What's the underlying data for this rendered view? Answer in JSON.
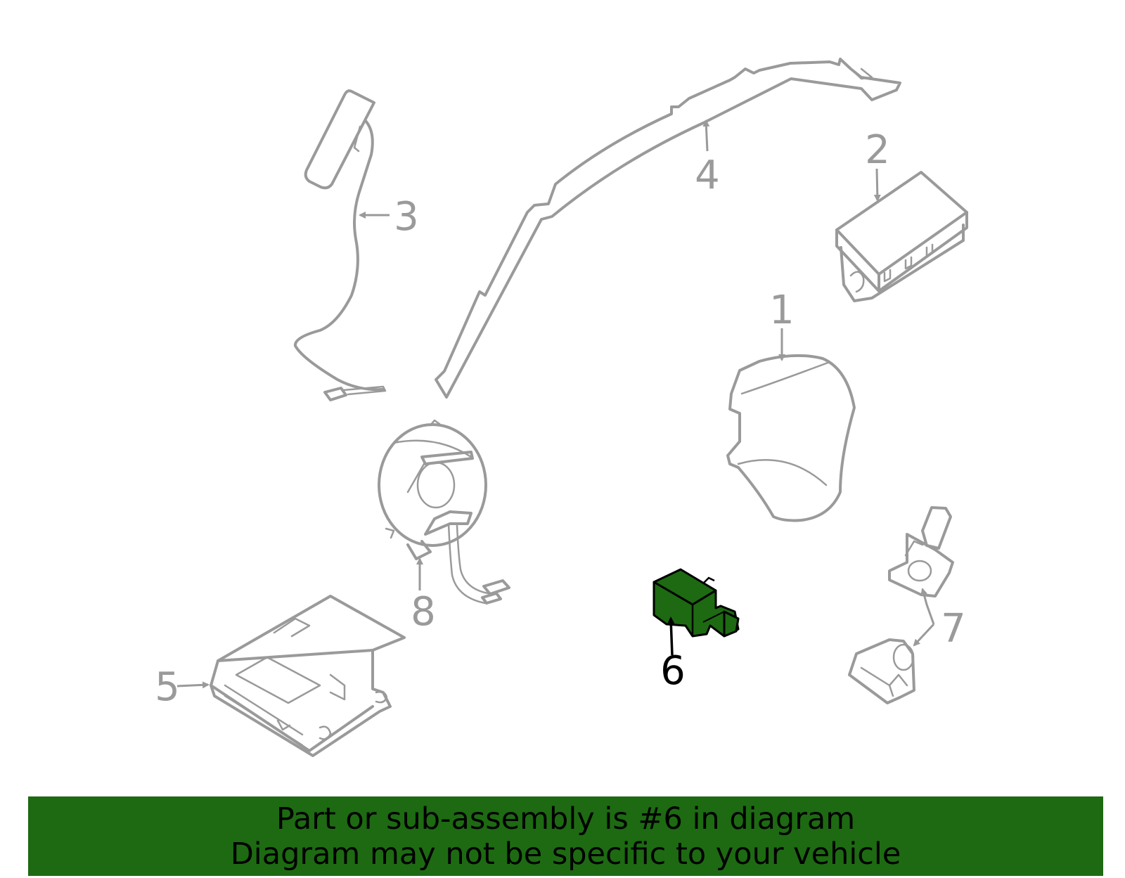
{
  "diagram": {
    "callouts": [
      {
        "id": "1",
        "label": "1",
        "highlighted": false
      },
      {
        "id": "2",
        "label": "2",
        "highlighted": false
      },
      {
        "id": "3",
        "label": "3",
        "highlighted": false
      },
      {
        "id": "4",
        "label": "4",
        "highlighted": false
      },
      {
        "id": "5",
        "label": "5",
        "highlighted": false
      },
      {
        "id": "6",
        "label": "6",
        "highlighted": true
      },
      {
        "id": "7",
        "label": "7",
        "highlighted": false
      },
      {
        "id": "8",
        "label": "8",
        "highlighted": false
      }
    ],
    "colors": {
      "part_outline": "#9a9a9a",
      "highlight_fill": "#1d6a12",
      "highlight_stroke": "#000000",
      "banner_background": "#1d6a12",
      "banner_text": "#000000"
    }
  },
  "banner": {
    "line1": "Part or sub-assembly is #6 in diagram",
    "line2": "Diagram may not be specific to your vehicle"
  }
}
